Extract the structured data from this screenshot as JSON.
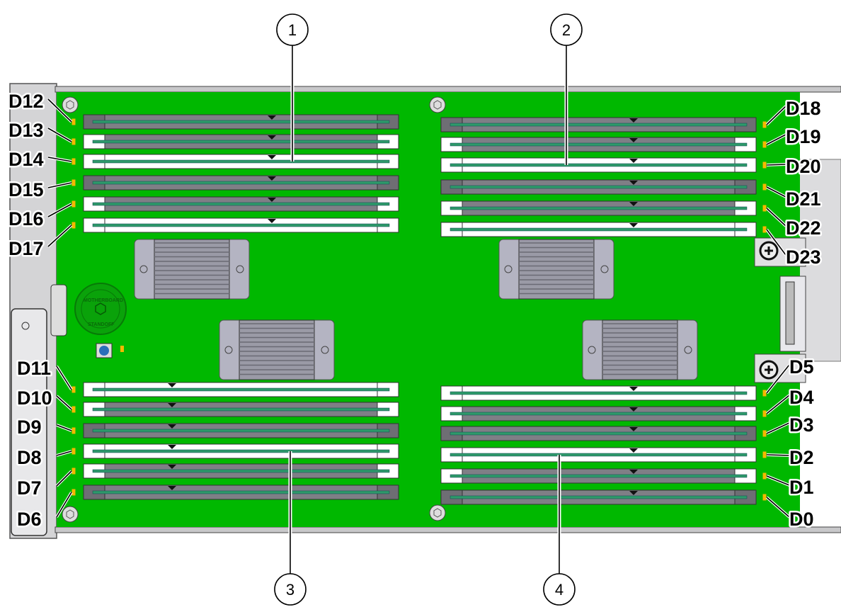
{
  "colors": {
    "board": "#00b800",
    "slot_gray": "#7f7f86",
    "slot_white": "#ffffff",
    "rail": "#2e9a6a",
    "led": "#f5b800",
    "chassis": "#d4d4d6"
  },
  "callouts": [
    {
      "number": "1",
      "points_to": "D14"
    },
    {
      "number": "2",
      "points_to": "D20"
    },
    {
      "number": "3",
      "points_to": "D8"
    },
    {
      "number": "4",
      "points_to": "D2"
    }
  ],
  "slot_groups": [
    {
      "name": "top-left",
      "slots": [
        {
          "label": "D12",
          "style": "gray"
        },
        {
          "label": "D13",
          "style": "mixed"
        },
        {
          "label": "D14",
          "style": "white"
        },
        {
          "label": "D15",
          "style": "gray"
        },
        {
          "label": "D16",
          "style": "mixed"
        },
        {
          "label": "D17",
          "style": "white"
        }
      ]
    },
    {
      "name": "top-right",
      "slots": [
        {
          "label": "D18",
          "style": "gray"
        },
        {
          "label": "D19",
          "style": "mixed"
        },
        {
          "label": "D20",
          "style": "white"
        },
        {
          "label": "D21",
          "style": "gray"
        },
        {
          "label": "D22",
          "style": "mixed"
        },
        {
          "label": "D23",
          "style": "white"
        }
      ]
    },
    {
      "name": "bottom-left",
      "slots": [
        {
          "label": "D11",
          "style": "white"
        },
        {
          "label": "D10",
          "style": "mixed"
        },
        {
          "label": "D9",
          "style": "gray"
        },
        {
          "label": "D8",
          "style": "white"
        },
        {
          "label": "D7",
          "style": "mixed"
        },
        {
          "label": "D6",
          "style": "gray"
        }
      ]
    },
    {
      "name": "bottom-right",
      "slots": [
        {
          "label": "D5",
          "style": "white"
        },
        {
          "label": "D4",
          "style": "mixed"
        },
        {
          "label": "D3",
          "style": "gray"
        },
        {
          "label": "D2",
          "style": "white"
        },
        {
          "label": "D1",
          "style": "mixed"
        },
        {
          "label": "D0",
          "style": "gray"
        }
      ]
    }
  ],
  "standoff": {
    "text_top": "MOTHERBOARD",
    "text_bottom": "STANDOFF"
  }
}
